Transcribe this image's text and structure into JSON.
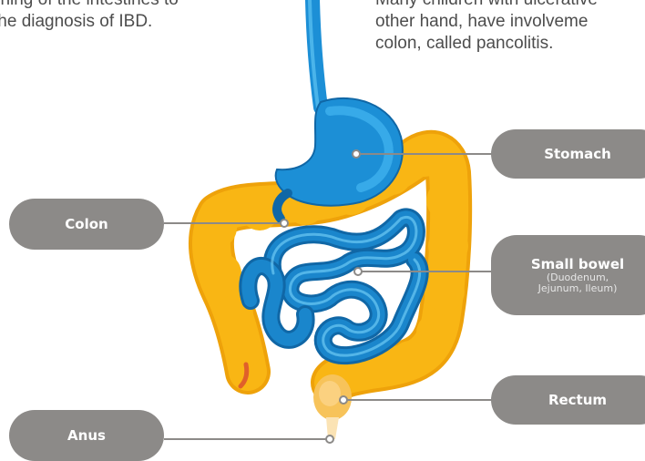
{
  "paragraphs": {
    "left": [
      "lining of the intestines to",
      "the diagnosis of IBD."
    ],
    "right": [
      "Many children with ulcerative",
      "other hand, have involveme",
      "colon, called pancolitis."
    ]
  },
  "labels": {
    "stomach": "Stomach",
    "colon": "Colon",
    "small_bowel": "Small bowel",
    "small_bowel_sub_1": "(Duodenum,",
    "small_bowel_sub_2": "Jejunum, Ileum)",
    "rectum": "Rectum",
    "anus": "Anus"
  },
  "colors": {
    "colon": "#f9b614",
    "colon_shadow": "#eea20a",
    "stomach": "#1c8fd6",
    "stomach_light": "#3fb0ee",
    "small_bowel": "#1a86cc",
    "small_bowel_dark": "#1067a6",
    "pill": "#8c8a88",
    "connector": "#8c8a88"
  }
}
